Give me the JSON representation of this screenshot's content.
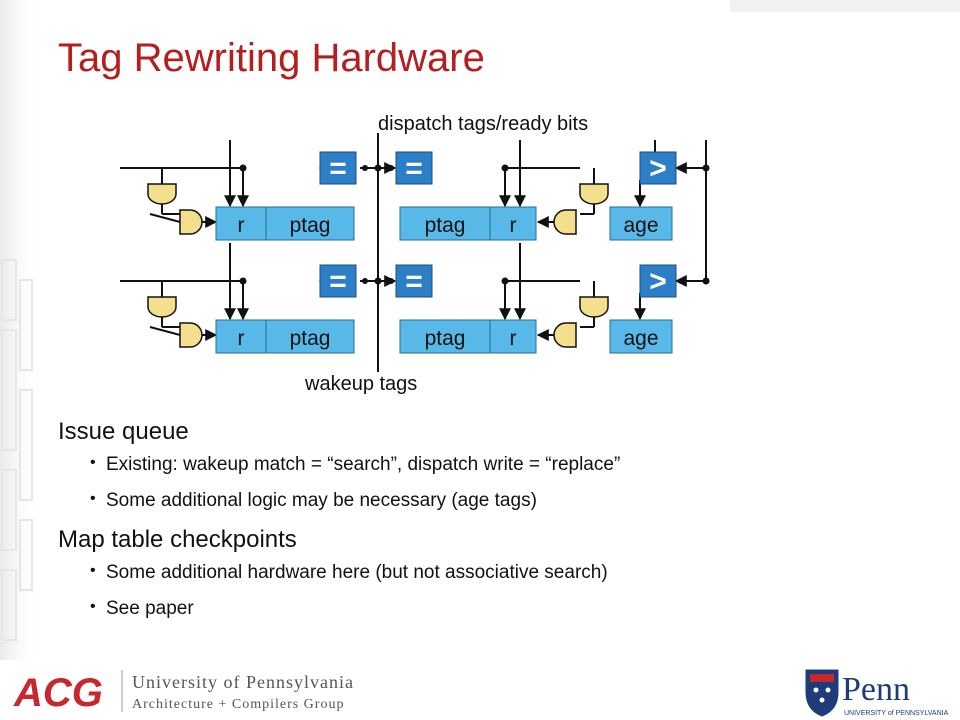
{
  "title": "Tag Rewriting Hardware",
  "diagram": {
    "top_label": "dispatch tags/ready bits",
    "bottom_label": "wakeup tags",
    "equals_symbol": "=",
    "greater_symbol": ">",
    "cells": {
      "r": "r",
      "ptag": "ptag",
      "age": "age"
    }
  },
  "bullets": [
    {
      "heading": "Issue queue",
      "items": [
        "Existing: wakeup match = “search”, dispatch write = “replace”",
        "Some additional logic may be necessary (age tags)"
      ]
    },
    {
      "heading": "Map table checkpoints",
      "items": [
        "Some additional hardware here (but not associative search)",
        "See paper"
      ]
    }
  ],
  "footer": {
    "acg_logo": "ACG",
    "university": "University of Pennsylvania",
    "group": "Architecture + Compilers Group",
    "penn_logo": "Penn",
    "penn_sub": "UNIVERSITY of PENNSYLVANIA",
    "shield_icon": "penn-shield-icon"
  },
  "colors": {
    "title": "#b41e1e",
    "cell_fill": "#58b9e8",
    "gate_fill": "#f4e08c",
    "comparator_fill": "#2c7fc7",
    "acg_red": "#c8282d",
    "penn_blue": "#1e3c78"
  }
}
